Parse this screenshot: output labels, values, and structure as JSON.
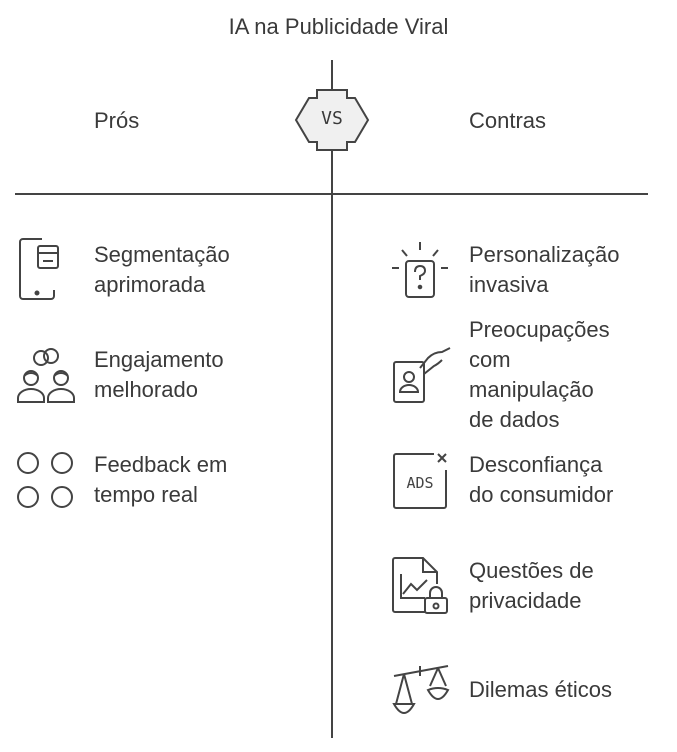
{
  "title": "IA na Publicidade Viral",
  "vs_label": "VS",
  "left": {
    "heading": "Prós",
    "items": [
      {
        "line1": "Segmentação",
        "line2": "aprimorada",
        "icon": "mobile-card-icon"
      },
      {
        "line1": "Engajamento",
        "line2": "melhorado",
        "icon": "people-link-icon"
      },
      {
        "line1": "Feedback em",
        "line2": "tempo real",
        "icon": "four-circles-icon"
      }
    ]
  },
  "right": {
    "heading": "Contras",
    "items": [
      {
        "lines": [
          "Personalização",
          "invasiva"
        ],
        "icon": "question-alert-icon"
      },
      {
        "lines": [
          "Preocupações",
          "com",
          "manipulação",
          "de dados"
        ],
        "icon": "hand-badge-icon"
      },
      {
        "lines": [
          "Desconfiança",
          "do consumidor"
        ],
        "icon": "ads-block-icon"
      },
      {
        "lines": [
          "Questões de",
          "privacidade"
        ],
        "icon": "chart-lock-icon"
      },
      {
        "lines": [
          "Dilemas éticos"
        ],
        "icon": "scales-icon"
      }
    ]
  },
  "colors": {
    "text": "#3a3a3a",
    "line": "#444444",
    "vs_fill": "#f0f0f0"
  }
}
